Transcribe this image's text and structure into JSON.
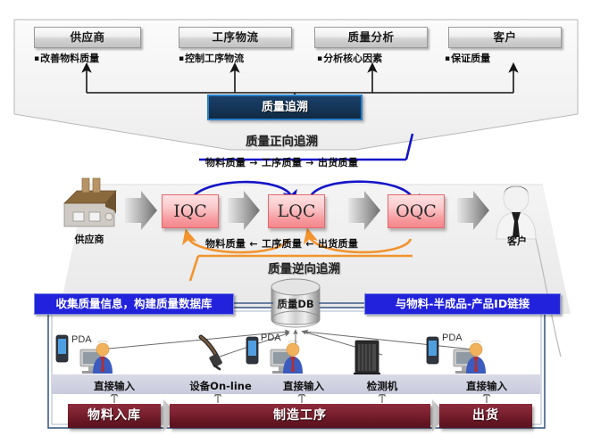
{
  "diagram": {
    "title": "质量追溯",
    "stakeholders": [
      {
        "label": "供应商",
        "bullet": "改善物料质量"
      },
      {
        "label": "工序物流",
        "bullet": "控制工序物流"
      },
      {
        "label": "质量分析",
        "bullet": "分析核心因素"
      },
      {
        "label": "客户",
        "bullet": "保证质量"
      }
    ],
    "center_box": "质量追溯",
    "forward": {
      "title": "质量正向追溯",
      "sub": "物料质量 → 工序质量 → 出货质量"
    },
    "reverse": {
      "title": "质量逆向追溯",
      "sub": "物料质量 ← 工序质量 ← 出货质量"
    },
    "chain": {
      "source_label": "供应商",
      "target_label": "客户",
      "stages": [
        "IQC",
        "LQC",
        "OQC"
      ]
    },
    "banners": {
      "left": "收集质量信息，构建质量数据库",
      "right": "与物料-半成品-产品ID链接"
    },
    "database": {
      "label": "质量DB"
    },
    "stations": [
      {
        "caption": "直接输入",
        "device": "PDA"
      },
      {
        "caption": "设备On-line",
        "device": ""
      },
      {
        "caption": "直接输入",
        "device": "PDA"
      },
      {
        "caption": "检测机",
        "device": ""
      },
      {
        "caption": "直接输入",
        "device": "PDA"
      }
    ],
    "process_bars": [
      "物料入库",
      "制造工序",
      "出货"
    ],
    "colors": {
      "navy": "#143455",
      "banner_blue": "#2222dd",
      "process_maroon": "#7c2130",
      "qc_pink": "#f69a9e",
      "forward_arrow": "#1414c8",
      "reverse_arrow": "#f2932e"
    }
  }
}
